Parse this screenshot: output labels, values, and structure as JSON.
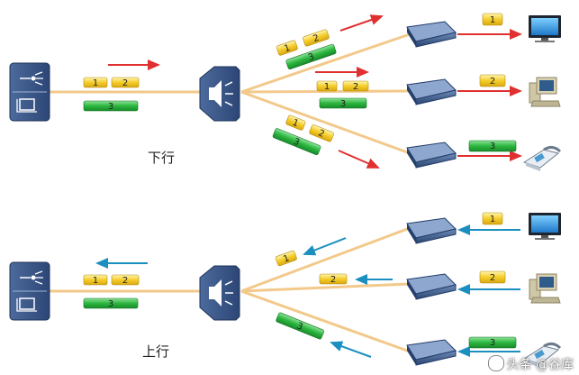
{
  "downstream": {
    "label": "下行",
    "olt_packets": [
      "1",
      "2",
      "3"
    ],
    "branches": [
      {
        "packets": [
          "1",
          "2",
          "3"
        ],
        "delivered": "1",
        "terminal": "monitor-icon"
      },
      {
        "packets": [
          "1",
          "2",
          "3"
        ],
        "delivered": "2",
        "terminal": "desktop-computer-icon"
      },
      {
        "packets": [
          "1",
          "2",
          "3"
        ],
        "delivered": "3",
        "terminal": "telephone-icon"
      }
    ],
    "arrow_color": "#e03030"
  },
  "upstream": {
    "label": "上行",
    "olt_packets": [
      "1",
      "2",
      "3"
    ],
    "branches": [
      {
        "packet": "1",
        "terminal": "monitor-icon"
      },
      {
        "packet": "2",
        "terminal": "desktop-computer-icon"
      },
      {
        "packet": "3",
        "terminal": "telephone-icon"
      }
    ],
    "arrow_color": "#1a8fc0"
  },
  "colors": {
    "fiber": "#f2c98a",
    "yellow_packet": "#f2c418",
    "green_packet": "#27ad3a",
    "device": "#2f4f7f"
  },
  "watermark": "头条 @谷库"
}
